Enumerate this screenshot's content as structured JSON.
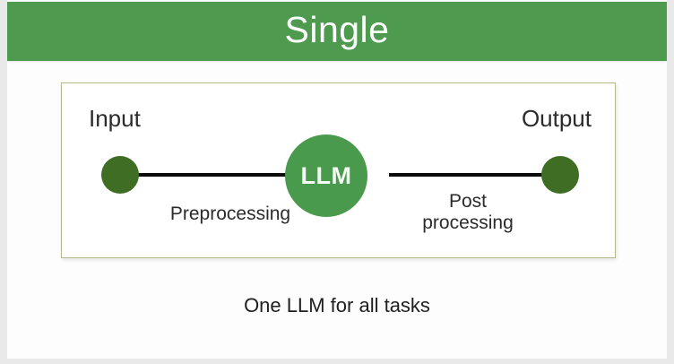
{
  "header": {
    "title": "Single",
    "background_color": "#4e9a4e",
    "text_color": "#ffffff"
  },
  "diagram": {
    "border_color": "#b6b98c",
    "background_color": "#ffffff",
    "input_label": "Input",
    "output_label": "Output",
    "center_node": {
      "label": "LLM",
      "color": "#4a9a4e",
      "text_color": "#f4fbf4"
    },
    "endpoints": [
      {
        "name": "input-node",
        "color": "#3f6d24"
      },
      {
        "name": "output-node",
        "color": "#3f6d24"
      }
    ],
    "edges": [
      {
        "name": "preprocessing-edge",
        "caption": "Preprocessing",
        "color": "#0a0a0a"
      },
      {
        "name": "postprocessing-edge",
        "caption": "Post\nprocessing",
        "color": "#0a0a0a"
      }
    ]
  },
  "caption": "One LLM for all tasks",
  "page": {
    "background_color": "#e9e9e9",
    "slide_background_color": "#fdfdfd"
  }
}
